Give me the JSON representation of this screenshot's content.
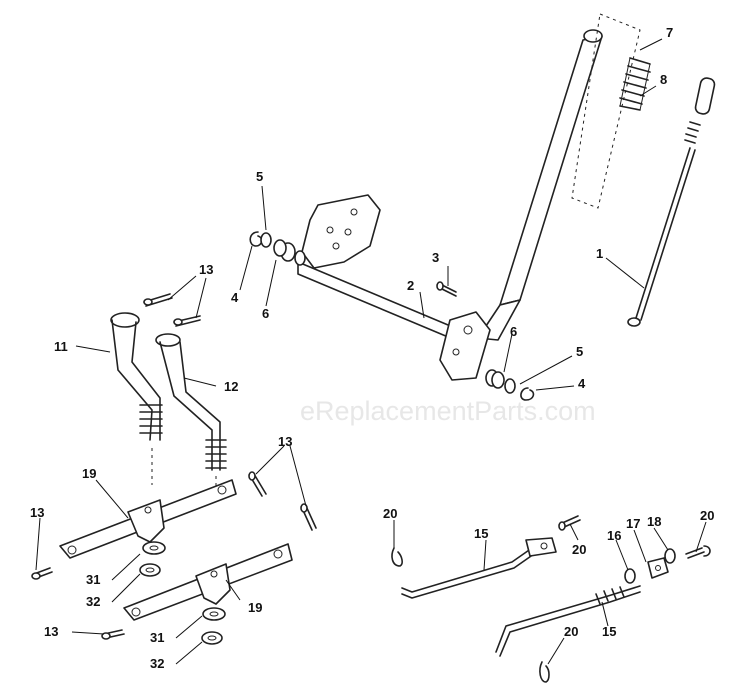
{
  "watermark": "eReplacementParts.com",
  "callouts": {
    "c1": "1",
    "c2": "2",
    "c3": "3",
    "c4a": "4",
    "c4b": "4",
    "c5a": "5",
    "c5b": "5",
    "c6a": "6",
    "c6b": "6",
    "c7": "7",
    "c8": "8",
    "c11": "11",
    "c12": "12",
    "c13a": "13",
    "c13b": "13",
    "c13c": "13",
    "c13d": "13",
    "c15a": "15",
    "c15b": "15",
    "c16": "16",
    "c17": "17",
    "c18": "18",
    "c19a": "19",
    "c19b": "19",
    "c20a": "20",
    "c20b": "20",
    "c20c": "20",
    "c20d": "20",
    "c31a": "31",
    "c31b": "31",
    "c32a": "32",
    "c32b": "32"
  }
}
